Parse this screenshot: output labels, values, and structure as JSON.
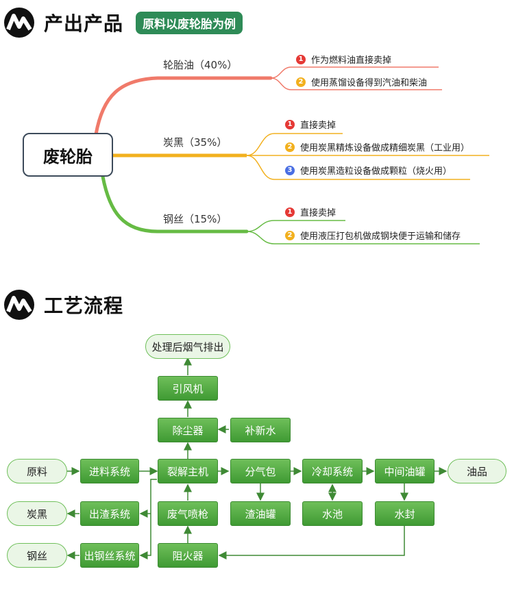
{
  "section1": {
    "title": "产出产品",
    "badge": "原料以废轮胎为例"
  },
  "mindmap": {
    "root": "废轮胎",
    "branches": [
      {
        "label": "轮胎油（40%）",
        "color": "#f07a6a",
        "items": [
          {
            "num": "1",
            "text": "作为燃料油直接卖掉"
          },
          {
            "num": "2",
            "text": "使用蒸馏设备得到汽油和柴油"
          }
        ]
      },
      {
        "label": "炭黑（35%）",
        "color": "#f2b01e",
        "items": [
          {
            "num": "1",
            "text": "直接卖掉"
          },
          {
            "num": "2",
            "text": "使用炭黑精炼设备做成精细炭黑（工业用）"
          },
          {
            "num": "3",
            "text": "使用炭黑造粒设备做成颗粒（烧火用）"
          }
        ]
      },
      {
        "label": "钢丝（15%）",
        "color": "#66bb44",
        "items": [
          {
            "num": "1",
            "text": "直接卖掉"
          },
          {
            "num": "2",
            "text": "使用液压打包机做成钢块便于运输和储存"
          }
        ]
      }
    ]
  },
  "section2": {
    "title": "工艺流程"
  },
  "flow": {
    "exhaust": "处理后烟气排出",
    "fan": "引风机",
    "dust": "除尘器",
    "water_add": "补新水",
    "raw": "原料",
    "feed": "进料系统",
    "reactor": "裂解主机",
    "splitter": "分气包",
    "cooling": "冷却系统",
    "mid_tank": "中间油罐",
    "oil": "油品",
    "carbon": "炭黑",
    "slag_sys": "出渣系统",
    "gas_gun": "废气喷枪",
    "residue_tank": "渣油罐",
    "pool": "水池",
    "water_seal": "水封",
    "steel": "钢丝",
    "steel_sys": "出钢丝系统",
    "arrestor": "阻火器"
  }
}
